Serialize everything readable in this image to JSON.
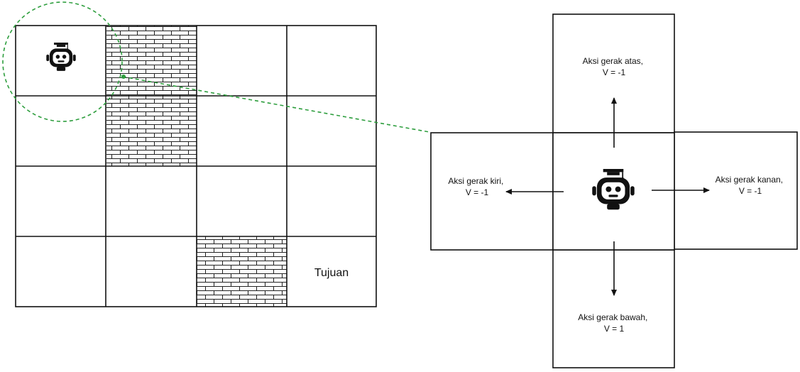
{
  "grid": {
    "rows": 4,
    "cols": 4,
    "robot_cell": [
      0,
      0
    ],
    "wall_cells": [
      [
        0,
        1
      ],
      [
        1,
        1
      ],
      [
        3,
        2
      ]
    ],
    "goal_cell": [
      3,
      3
    ],
    "goal_label": "Tujuan"
  },
  "actions": {
    "up": {
      "line1": "Aksi gerak atas,",
      "line2": "V = -1"
    },
    "left": {
      "line1": "Aksi gerak kiri,",
      "line2": "V = -1"
    },
    "right": {
      "line1": "Aksi gerak kanan,",
      "line2": "V = -1"
    },
    "down": {
      "line1": "Aksi gerak bawah,",
      "line2": "V = 1"
    }
  },
  "colors": {
    "line": "#111111",
    "zoom": "#2e9e3e",
    "background": "#ffffff"
  },
  "icons": {
    "agent": "robot-graduate-icon",
    "wall": "brick-wall-pattern"
  }
}
